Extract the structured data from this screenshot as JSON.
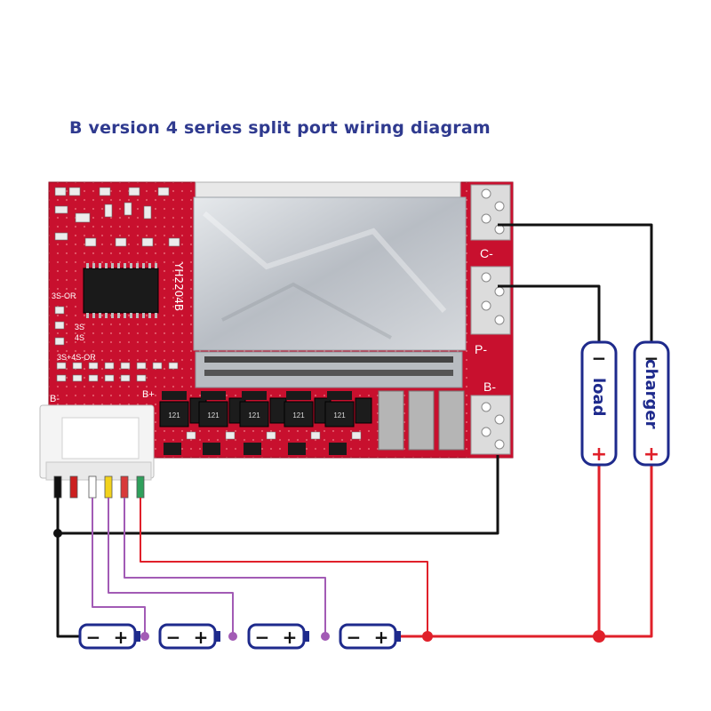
{
  "title": "B version 4 series split port wiring diagram",
  "board": {
    "model": "YH2204B",
    "silk_3s_or": "3S-OR",
    "silk_3s": "3S",
    "silk_4s": "4S",
    "silk_3s4s_or": "3S+4S-OR",
    "silk_b_minus_left": "B-",
    "silk_b_plus": "B+",
    "silk_c_minus": "C-",
    "silk_p_minus": "P-",
    "silk_b_minus_right": "B-",
    "mosfet_code": "121"
  },
  "connector": {
    "wire_colors": [
      "#111111",
      "#cc1f1f",
      "#ffffff",
      "#f2d21c",
      "#d83a3a",
      "#2fa05c"
    ]
  },
  "load": {
    "label": "load",
    "minus": "−",
    "plus": "+"
  },
  "charger": {
    "label": "charger",
    "minus": "−",
    "plus": "+"
  },
  "cells": [
    {
      "minus": "−",
      "plus": "+"
    },
    {
      "minus": "−",
      "plus": "+"
    },
    {
      "minus": "−",
      "plus": "+"
    },
    {
      "minus": "−",
      "plus": "+"
    }
  ],
  "colors": {
    "title": "#2f3a8f",
    "pcb_red": "#c8102e",
    "heatsink": "#c7ccd2",
    "wire_black": "#111111",
    "wire_red": "#e0202a",
    "wire_purple": "#a25bb5",
    "terminal_blue": "#1e2a8c"
  }
}
